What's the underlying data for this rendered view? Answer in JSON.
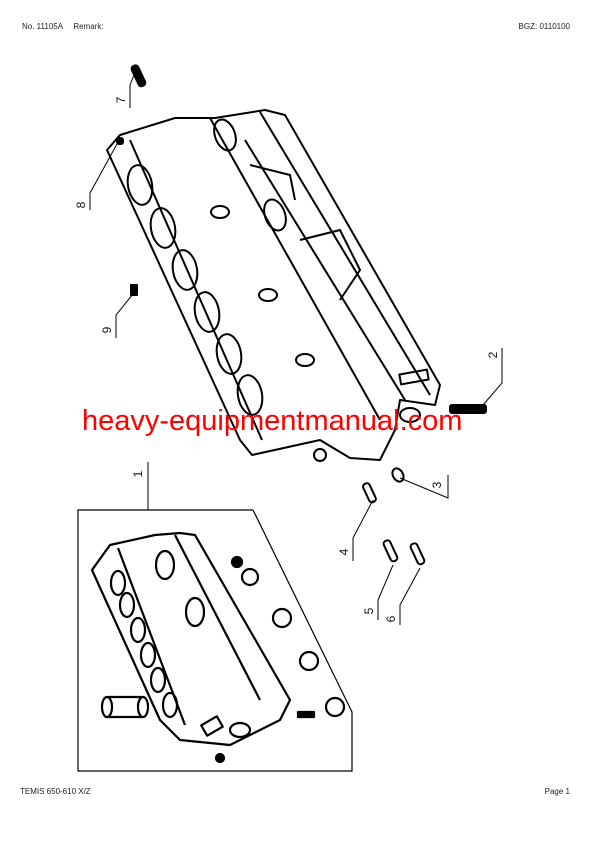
{
  "header": {
    "number": "No. 11105A",
    "remark_label": "Remark:",
    "bgz": "BGZ: 0110100"
  },
  "footer": {
    "model": "TEMIS 650-610 X/Z",
    "page": "Page 1"
  },
  "watermark": "heavy-equipmentmanual.com",
  "callouts": [
    {
      "id": "1",
      "label": "1"
    },
    {
      "id": "2",
      "label": "2"
    },
    {
      "id": "3",
      "label": "3"
    },
    {
      "id": "4",
      "label": "4"
    },
    {
      "id": "5",
      "label": "5"
    },
    {
      "id": "6",
      "label": "6"
    },
    {
      "id": "7",
      "label": "7"
    },
    {
      "id": "8",
      "label": "8"
    },
    {
      "id": "9",
      "label": "9"
    }
  ]
}
